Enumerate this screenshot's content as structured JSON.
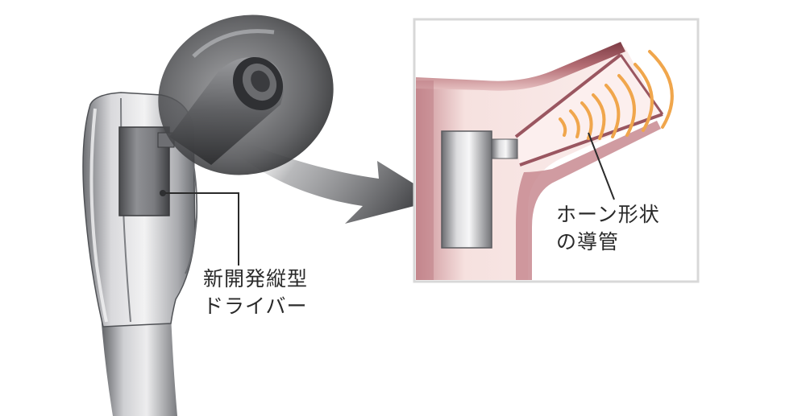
{
  "labels": {
    "driver_line1": "新開発縦型",
    "driver_line2": "ドライバー",
    "horn_line1": "ホーン形状",
    "horn_line2": "の導管"
  },
  "colors": {
    "body_light": "#e8e8ea",
    "body_mid": "#a9a9ac",
    "body_dark": "#55575b",
    "eartip_smoke": "#3c3c3e",
    "tube_flesh": "#f3d9d8",
    "tube_wall": "#8e4a52",
    "sound_wave": "#f0a64c",
    "callout_line": "#2a2a2a",
    "inset_border": "#d8d8d8"
  },
  "icons": {
    "driver": "driver-block-icon",
    "waves": "sound-wave-icon",
    "arrow": "zoom-arrow-icon"
  }
}
